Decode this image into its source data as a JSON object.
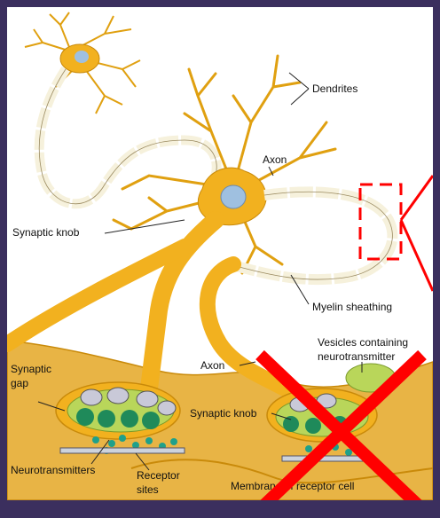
{
  "labels": {
    "dendrites": "Dendrites",
    "axon_top": "Axon",
    "synaptic_knob_top": "Synaptic knob",
    "myelin_sheathing": "Myelin sheathing",
    "vesicles_line1": "Vesicles containing",
    "vesicles_line2": "neurotransmitter",
    "axon_mid": "Axon",
    "synaptic_gap_line1": "Synaptic",
    "synaptic_gap_line2": "gap",
    "synaptic_knob_bottom": "Synaptic knob",
    "neurotransmitters": "Neurotransmitters",
    "receptor_sites_line1": "Receptor",
    "receptor_sites_line2": "sites",
    "membrane": "Membrane of receptor cell"
  },
  "colors": {
    "page_background": "#3b2f5e",
    "neuron": "#f2b11f",
    "neuron_outline": "#c98a0a",
    "receptor_cell": "#e8b445",
    "myelin": "#f6f1dc",
    "annotation_red": "#ff0000",
    "vesicle": "#1fa08a",
    "knob_inner": "#b9d65a"
  },
  "annotations": {
    "dashed_box_icon": "dashed-highlight-box",
    "cross_icon": "red-x-mark"
  }
}
